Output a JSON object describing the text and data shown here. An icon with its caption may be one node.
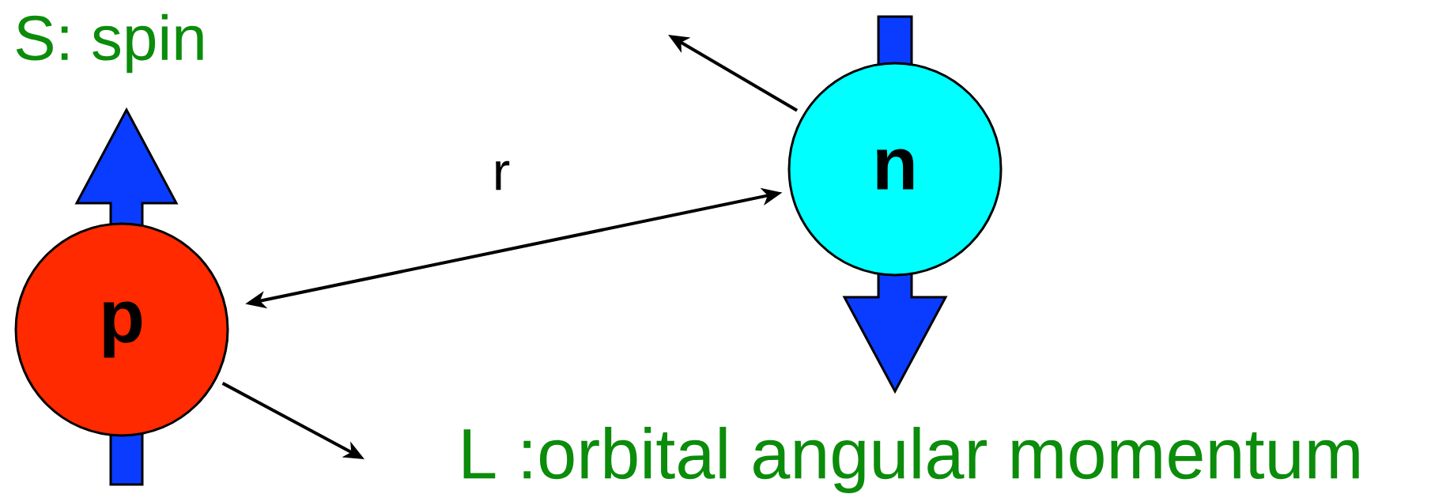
{
  "diagram": {
    "nodes": [
      {
        "text": [
          "p"
        ]
      },
      {
        "text": [
          "n"
        ]
      }
    ],
    "edges": [
      {
        "from": 0,
        "to": 1,
        "arrow": "both",
        "label": "r"
      },
      {
        "from": 1,
        "to": null,
        "arrow": "to"
      },
      {
        "from": 0,
        "to": null,
        "arrow": "to"
      }
    ],
    "labels": [
      "S: spin",
      "L :orbital angular momentum"
    ]
  }
}
